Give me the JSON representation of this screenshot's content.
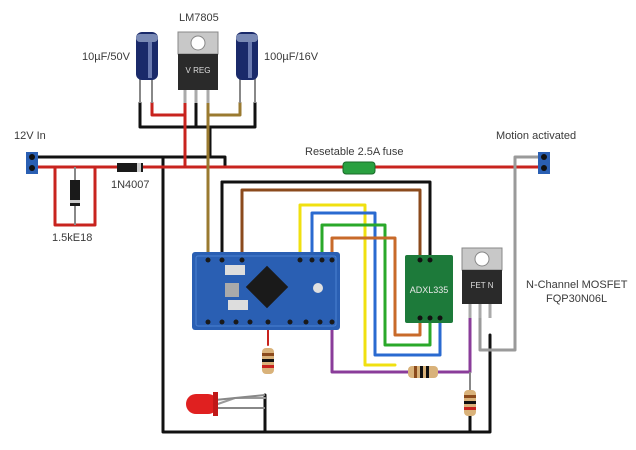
{
  "labels": {
    "regulator": "LM7805",
    "cap_left": "10µF/50V",
    "cap_right": "100µF/16V",
    "input": "12V In",
    "fuse": "Resetable 2.5A fuse",
    "motion": "Motion activated",
    "diode": "1N4007",
    "tvs": "1.5kE18",
    "mosfet_line1": "N-Channel MOSFET",
    "mosfet_line2": "FQP30N06L"
  },
  "chip_marks": {
    "regulator": "V REG",
    "mosfet": "FET N",
    "accelerometer": "ADXL335"
  },
  "colors": {
    "wire_red": "#c8231e",
    "wire_black": "#111111",
    "wire_gray": "#9a9a9a",
    "wire_brown": "#8b4a1c",
    "wire_orange": "#c86a2a",
    "wire_yellow": "#f0e010",
    "wire_blue": "#2a6ad0",
    "wire_green": "#2aa82a",
    "wire_purple": "#8a3c9a",
    "wire_olive": "#9a7a30",
    "board_blue": "#2a5fb3",
    "breakout_green": "#1d7a3a",
    "led_red": "#e02020",
    "cap_body": "#1a2a6a"
  }
}
